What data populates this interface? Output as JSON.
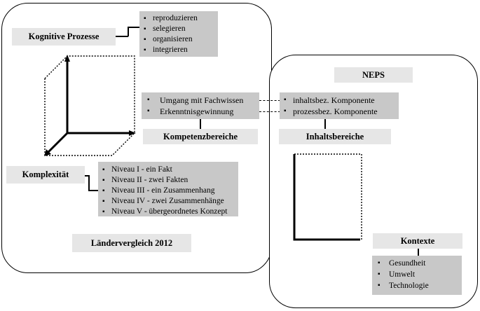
{
  "laendervergleich": {
    "title": "Ländervergleich 2012",
    "kognitive_prozesse": {
      "label": "Kognitive Prozesse",
      "items": [
        "reproduzieren",
        "selegieren",
        "organisieren",
        "integrieren"
      ]
    },
    "kompetenzbereiche": {
      "label": "Kompetenzbereiche",
      "items": [
        "Umgang mit Fachwissen",
        "Erkenntnisgewinnung"
      ]
    },
    "komplexitaet": {
      "label": "Komplexität",
      "items": [
        "Niveau I - ein Fakt",
        "Niveau II - zwei Fakten",
        "Niveau III - ein Zusammenhang",
        "Niveau IV - zwei Zusammenhänge",
        "Niveau V - übergeordnetes Konzept"
      ]
    }
  },
  "neps": {
    "title": "NEPS",
    "inhaltsbereiche": {
      "label": "Inhaltsbereiche",
      "items": [
        "inhaltsbez. Komponente",
        "prozessbez. Komponente"
      ]
    },
    "kontexte": {
      "label": "Kontexte",
      "items": [
        "Gesundheit",
        "Umwelt",
        "Technologie"
      ]
    }
  }
}
